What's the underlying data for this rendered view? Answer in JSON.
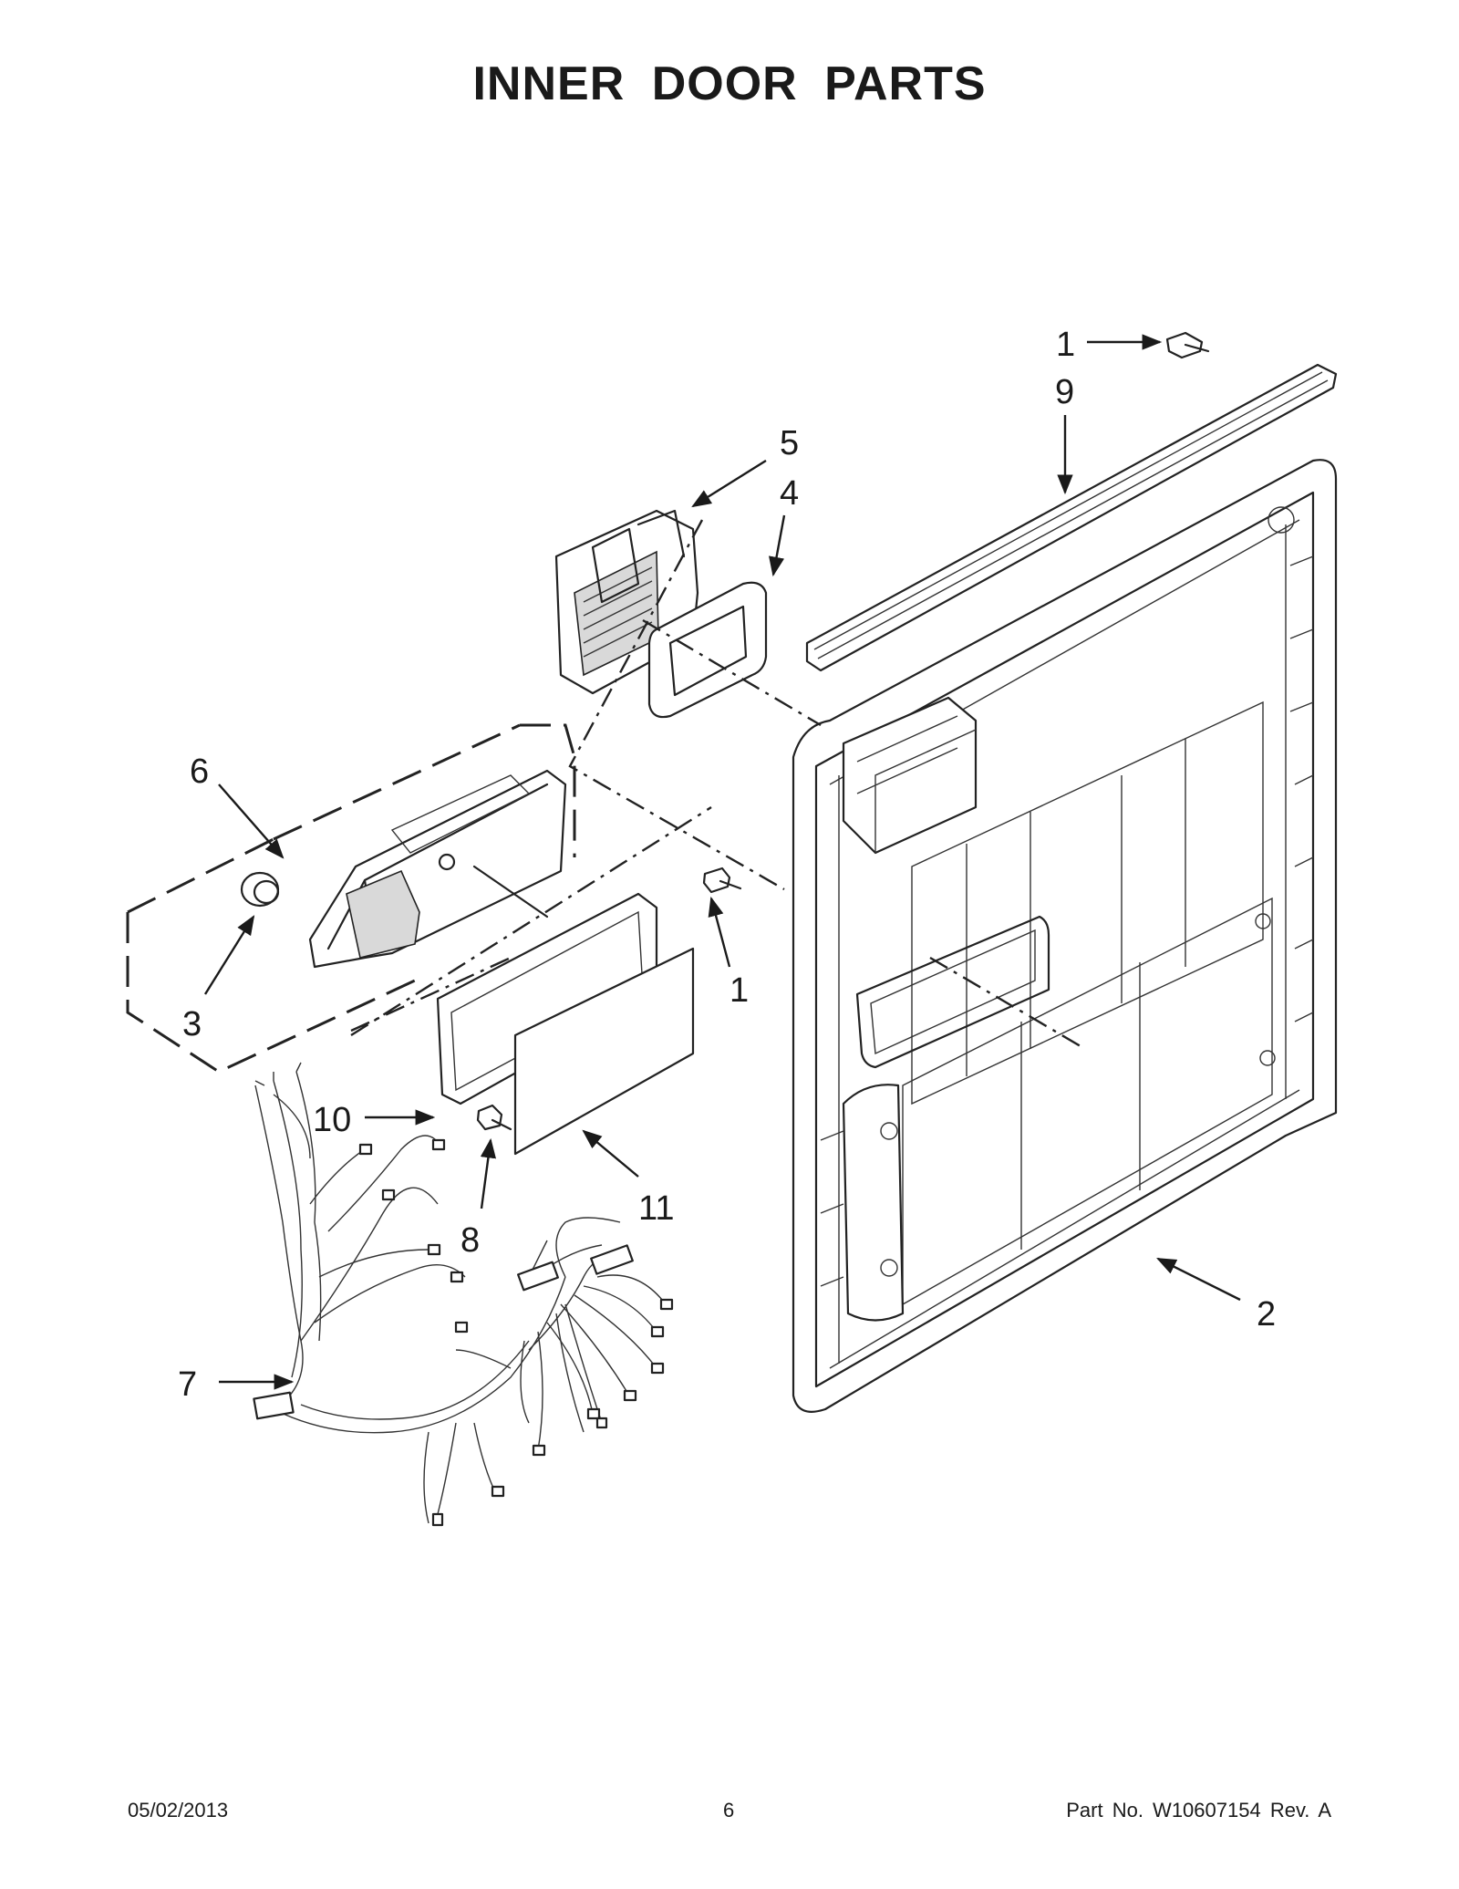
{
  "title": "INNER DOOR PARTS",
  "callouts": [
    "1",
    "9",
    "5",
    "4",
    "6",
    "1",
    "3",
    "10",
    "8",
    "11",
    "2",
    "7"
  ],
  "footer": {
    "date": "05/02/2013",
    "page": "6",
    "part_number": "Part No.  W10607154  Rev.  A"
  }
}
